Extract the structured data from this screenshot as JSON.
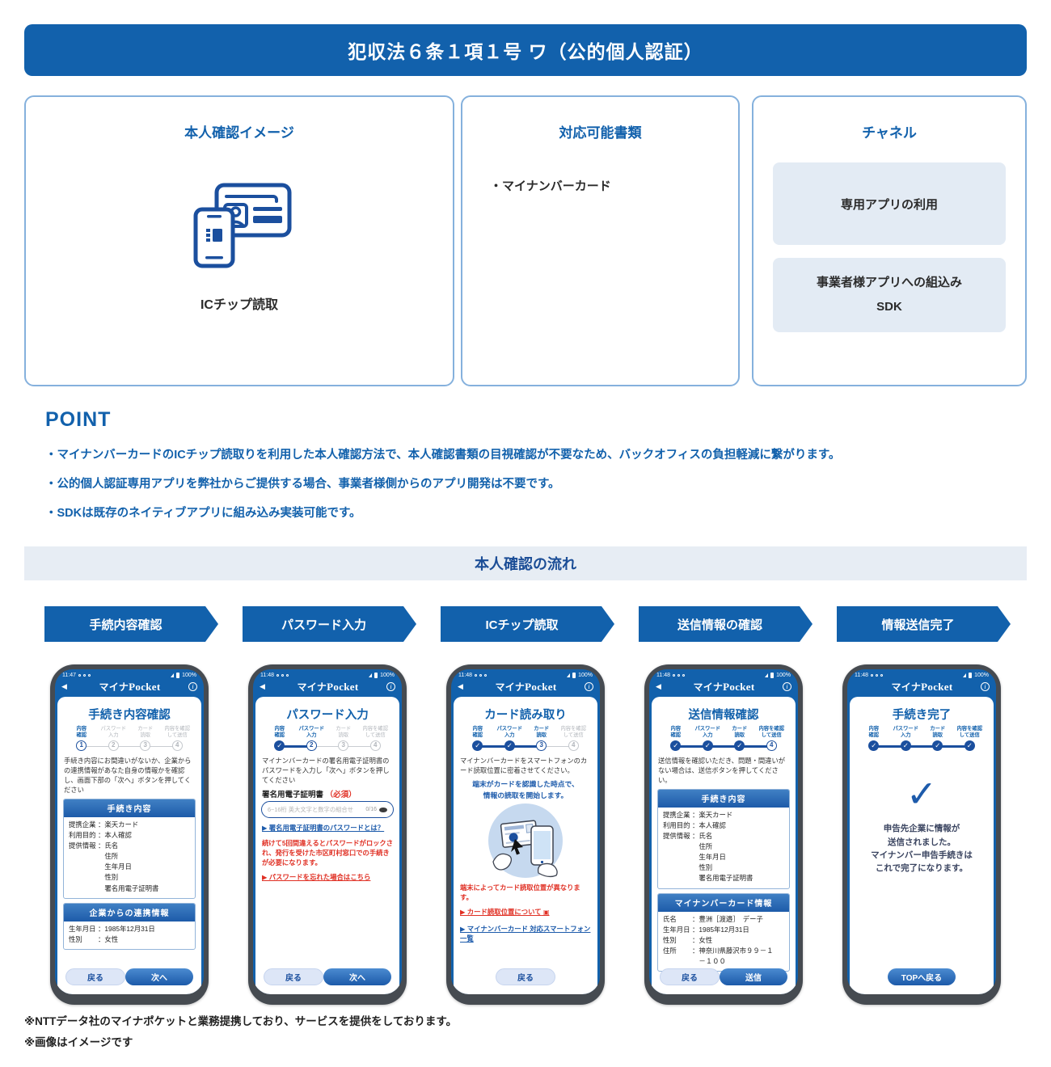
{
  "page_title": "犯収法６条１項１号 ワ（公的個人認証）",
  "cards": {
    "image": {
      "title": "本人確認イメージ",
      "caption": "ICチップ読取",
      "icon": "phone-idcard-icon"
    },
    "documents": {
      "title": "対応可能書類",
      "item": "・マイナンバーカード"
    },
    "channels": {
      "title": "チャネル",
      "box1": "専用アプリの利用",
      "box2_line1": "事業者様アプリへの組込み",
      "box2_line2": "SDK"
    }
  },
  "point": {
    "heading": "POINT",
    "bullets": [
      "・マイナンバーカードのICチップ読取りを利用した本人確認方法で、本人確認書類の目視確認が不要なため、バックオフィスの負担軽減に繋がります。",
      "・公的個人認証専用アプリを弊社からご提供する場合、事業者様側からのアプリ開発は不要です。",
      "・SDKは既存のネイティブアプリに組み込み実装可能です。"
    ]
  },
  "flow": {
    "heading": "本人確認の流れ",
    "steps": [
      "手続内容確認",
      "パスワード入力",
      "ICチップ読取",
      "送信情報の確認",
      "情報送信完了"
    ]
  },
  "stepper": {
    "labels": [
      {
        "l1": "内容",
        "l2": "確認"
      },
      {
        "l1": "パスワード",
        "l2": "入力"
      },
      {
        "l1": "カード",
        "l2": "読取"
      },
      {
        "l1": "内容を確認",
        "l2": "して送信"
      }
    ],
    "numbers": [
      "1",
      "2",
      "3",
      "4"
    ]
  },
  "status": {
    "battery": "100%"
  },
  "app": {
    "name_jp": "マイナ",
    "name_en": "Pocket"
  },
  "icons": {
    "back": "◀",
    "info": "i",
    "check": "✓",
    "external": "▣"
  },
  "phones": [
    {
      "time": "11:47",
      "title": "手続き内容確認",
      "desc": "手続き内容にお間違いがないか、企業からの連携情報があなた自身の情報かを確認し、画面下部の「次へ」ボタンを押してください",
      "box1": {
        "header": "手続き内容",
        "rows": [
          {
            "label": "提携企業",
            "lines": [
              "：楽天カード"
            ]
          },
          {
            "label": "利用目的",
            "lines": [
              "：本人確認"
            ]
          },
          {
            "label": "提供情報",
            "lines": [
              "：氏名",
              "　住所",
              "　生年月日",
              "　性別",
              "　署名用電子証明書"
            ]
          }
        ]
      },
      "box2": {
        "header": "企業からの連携情報",
        "rows": [
          {
            "label": "生年月日",
            "lines": [
              "：1985年12月31日"
            ]
          },
          {
            "label": "性別",
            "lines": [
              "：女性"
            ]
          }
        ]
      },
      "back": "戻る",
      "next": "次へ"
    },
    {
      "time": "11:48",
      "title": "パスワード入力",
      "desc": "マイナンバーカードの署名用電子証明書のパスワードを入力し「次へ」ボタンを押してください",
      "field_label": "署名用電子証明書",
      "required": "（必須）",
      "placeholder": "6~16桁 英大文字と数字の組合せ",
      "counter": "0/16",
      "link_help": "▶ 署名用電子証明書のパスワードとは？",
      "warning": "続けて5回間違えるとパスワードがロックされ、発行を受けた市区町村窓口での手続きが必要になります。",
      "link_forgot": "▶ パスワードを忘れた場合はこちら",
      "back": "戻る",
      "next": "次へ"
    },
    {
      "time": "11:48",
      "title": "カード読み取り",
      "desc": "マイナンバーカードをスマートフォンのカード読取位置に密着させてください。",
      "notice_line1": "端末がカードを認識した時点で、",
      "notice_line2": "情報の読取を開始します。",
      "warning": "端末によってカード読取位置が異なります。",
      "link_position": "▶ カード読取位置について",
      "link_devices": "▶ マイナンバーカード 対応スマートフォン一覧",
      "back": "戻る"
    },
    {
      "time": "11:48",
      "title": "送信情報確認",
      "desc": "送信情報を確認いただき、問題・間違いがない場合は、送信ボタンを押してください。",
      "box1": {
        "header": "手続き内容",
        "rows": [
          {
            "label": "提携企業",
            "lines": [
              "：楽天カード"
            ]
          },
          {
            "label": "利用目的",
            "lines": [
              "：本人確認"
            ]
          },
          {
            "label": "提供情報",
            "lines": [
              "：氏名",
              "　住所",
              "　生年月日",
              "　性別",
              "　署名用電子証明書"
            ]
          }
        ]
      },
      "box2": {
        "header": "マイナンバーカード情報",
        "rows": [
          {
            "label": "氏名",
            "lines": [
              "：豊洲［渡邉］　デー子"
            ]
          },
          {
            "label": "生年月日",
            "lines": [
              "：1985年12月31日"
            ]
          },
          {
            "label": "性別",
            "lines": [
              "：女性"
            ]
          },
          {
            "label": "住所",
            "lines": [
              "：神奈川県藤沢市９９－１",
              "　－１００"
            ]
          }
        ]
      },
      "back": "戻る",
      "next": "送信"
    },
    {
      "time": "11:48",
      "title": "手続き完了",
      "message_lines": [
        "申告先企業に情報が",
        "送信されました。",
        "マイナンバー申告手続きは",
        "これで完了になります。"
      ],
      "top_button": "TOPへ戻る"
    }
  ],
  "footer": {
    "notes": [
      "※NTTデータ社のマイナポケットと業務提携しており、サービスを提供をしております。",
      "※画像はイメージです"
    ]
  },
  "colors": {
    "primary": "#1261ac",
    "accent_dark": "#1b4f9e",
    "red": "#e03024",
    "band_bg": "#e7edf4",
    "channel_bg": "#e3ebf4",
    "card_border": "#85b1dd",
    "frame": "#464b51"
  }
}
